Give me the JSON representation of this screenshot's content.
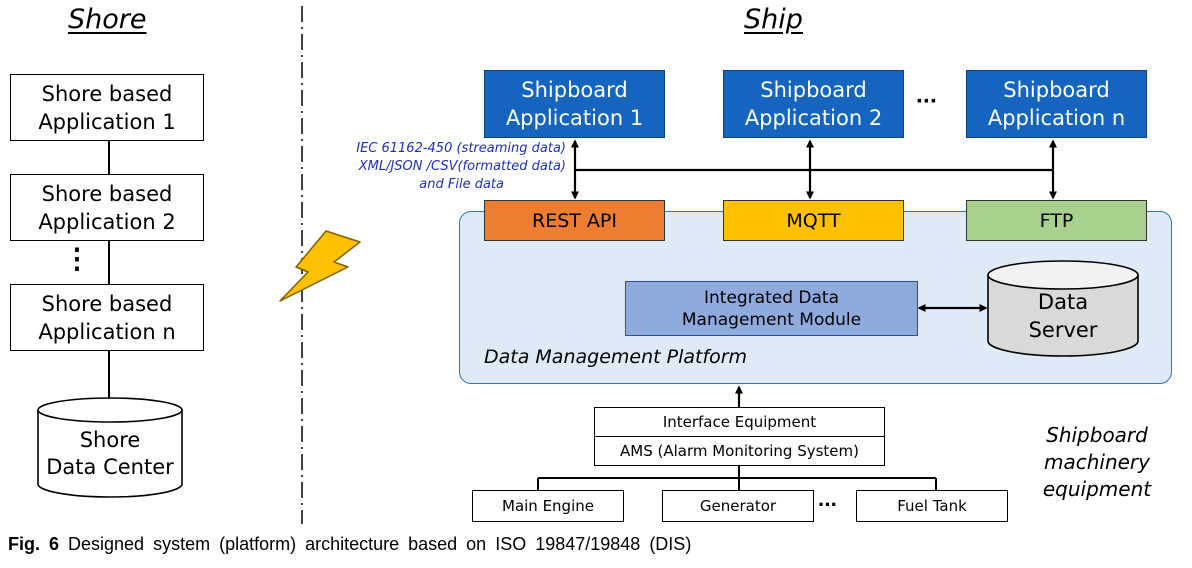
{
  "headings": {
    "shore": "Shore",
    "ship": "Ship"
  },
  "shore": {
    "apps": [
      {
        "line1": "Shore based",
        "line2": "Application 1"
      },
      {
        "line1": "Shore based",
        "line2": "Application 2"
      },
      {
        "line1": "Shore based",
        "line2": "Application n"
      }
    ],
    "vertical_ellipsis": "⋮",
    "data_center": {
      "line1": "Shore",
      "line2": "Data Center"
    }
  },
  "ship": {
    "apps": [
      {
        "line1": "Shipboard",
        "line2": "Application 1"
      },
      {
        "line1": "Shipboard",
        "line2": "Application 2"
      },
      {
        "line1": "Shipboard",
        "line2": "Application n"
      }
    ],
    "apps_ellipsis": "···",
    "formats_note": {
      "line1": "IEC 61162-450 (streaming data)",
      "line2": "XML/JSON /CSV(formatted data)",
      "line3": "and  File data"
    },
    "protocols": [
      {
        "label": "REST API",
        "color": "#ed7d31"
      },
      {
        "label": "MQTT",
        "color": "#ffc000"
      },
      {
        "label": "FTP",
        "color": "#a9d18e"
      }
    ],
    "platform": {
      "label": "Data Management Platform",
      "bg_color": "#deebf7",
      "module": {
        "line1": "Integrated Data",
        "line2": "Management Module",
        "color": "#8faadc"
      },
      "data_server": {
        "line1": "Data",
        "line2": "Server",
        "color": "#d9d9d9"
      }
    },
    "interface_equipment": "Interface Equipment",
    "ams": "AMS (Alarm Monitoring System)",
    "machinery": [
      "Main Engine",
      "Generator",
      "Fuel Tank"
    ],
    "machinery_ellipsis": "···",
    "machinery_label": {
      "line1": "Shipboard",
      "line2": "machinery",
      "line3": "equipment"
    }
  },
  "caption": {
    "fig": "Fig. 6",
    "text": " Designed system (platform) architecture based on ISO 19847/19848 (DIS)"
  },
  "icons": {
    "wireless_link": "lightning-bolt-icon"
  }
}
